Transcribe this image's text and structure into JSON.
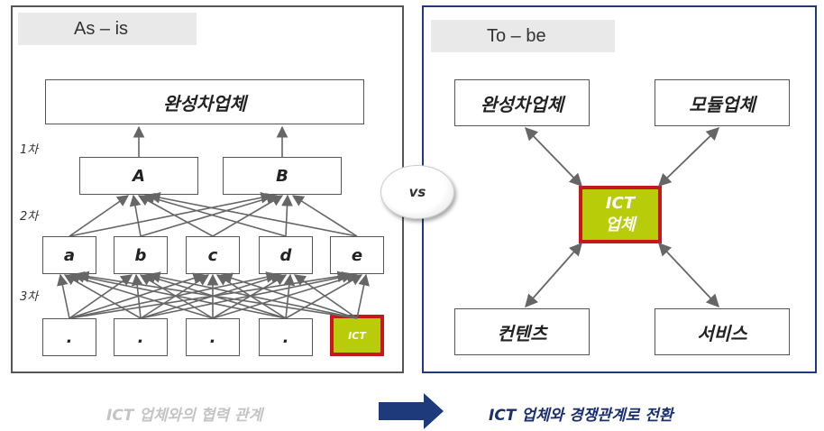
{
  "left": {
    "tag": "As – is",
    "top_box": "완성차업체",
    "tiers": [
      "1차",
      "2차",
      "3차"
    ],
    "tier1": [
      "A",
      "B"
    ],
    "tier2": [
      "a",
      "b",
      "c",
      "d",
      "e"
    ],
    "tier3": [
      ".",
      ".",
      ".",
      "."
    ],
    "ict_box": "ICT",
    "caption": "ICT 업체와의 협력 관계"
  },
  "vs": "vs",
  "right": {
    "tag": "To – be",
    "nodes": {
      "oem": "완성차업체",
      "module": "모듈업체",
      "ict": "ICT\n업체",
      "content": "컨텐츠",
      "service": "서비스"
    },
    "caption": "ICT 업체와 경쟁관계로 전환"
  },
  "colors": {
    "arrow": "#1f3a7a",
    "ict_fill": "#b8cc0a",
    "ict_border": "#c8171a",
    "caption_left": "#c4c4c4",
    "caption_right": "#1a2f6e"
  }
}
